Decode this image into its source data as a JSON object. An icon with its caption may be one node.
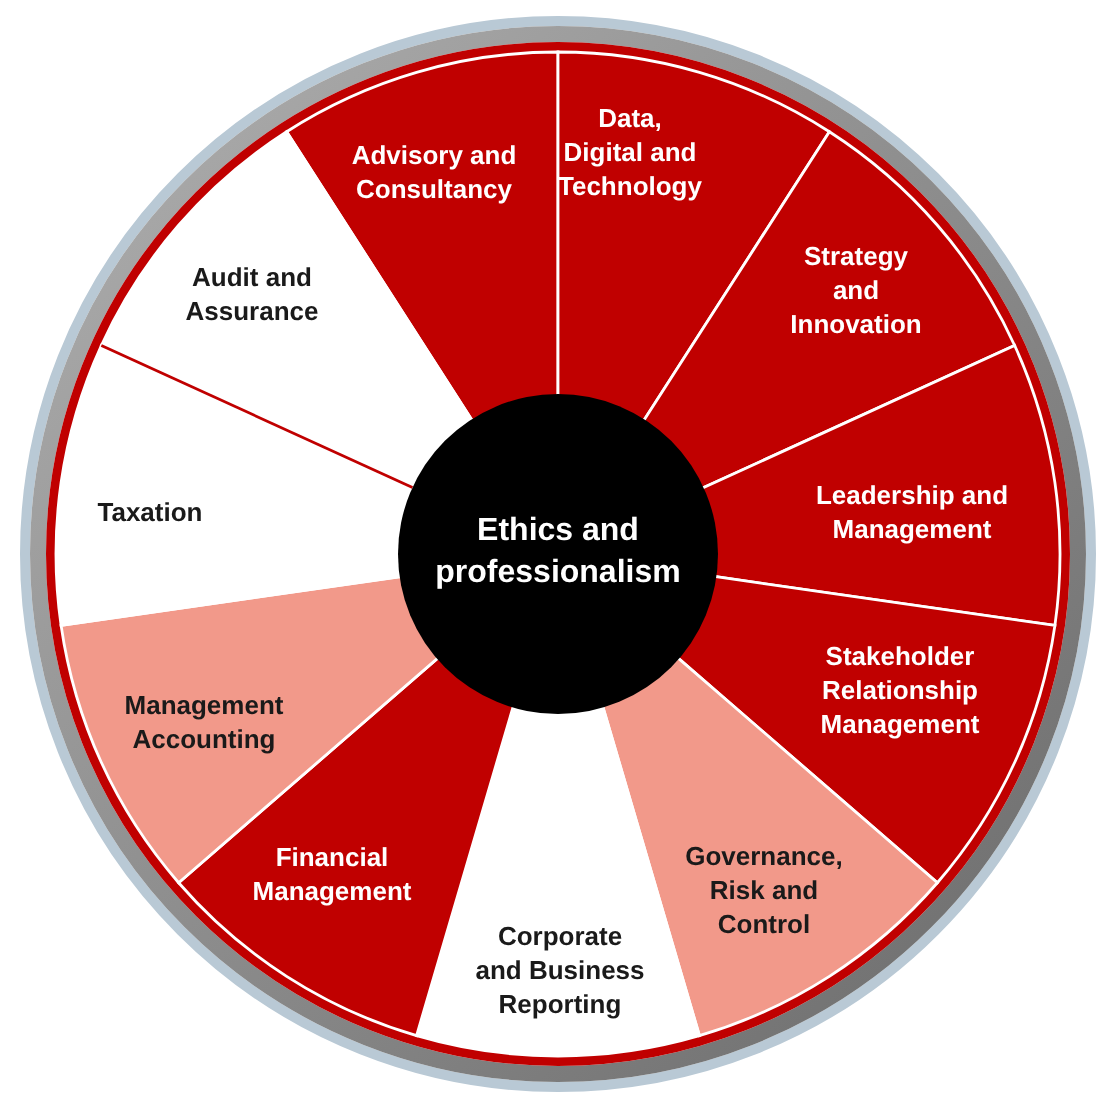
{
  "diagram": {
    "nodes": [
      {
        "text": [
          "Ethics and professionalism"
        ]
      },
      {
        "text": [
          "Advisory and Consultancy"
        ]
      },
      {
        "text": [
          "Data, Digital and Technology"
        ]
      },
      {
        "text": [
          "Strategy and Innovation"
        ]
      },
      {
        "text": [
          "Leadership and Management"
        ]
      },
      {
        "text": [
          "Stakeholder Relationship Management"
        ]
      },
      {
        "text": [
          "Governance, Risk and Control"
        ]
      },
      {
        "text": [
          "Corporate and Business Reporting"
        ]
      },
      {
        "text": [
          "Financial Management"
        ]
      },
      {
        "text": [
          "Management Accounting"
        ]
      },
      {
        "text": [
          "Taxation"
        ]
      },
      {
        "text": [
          "Audit and Assurance"
        ]
      }
    ]
  }
}
